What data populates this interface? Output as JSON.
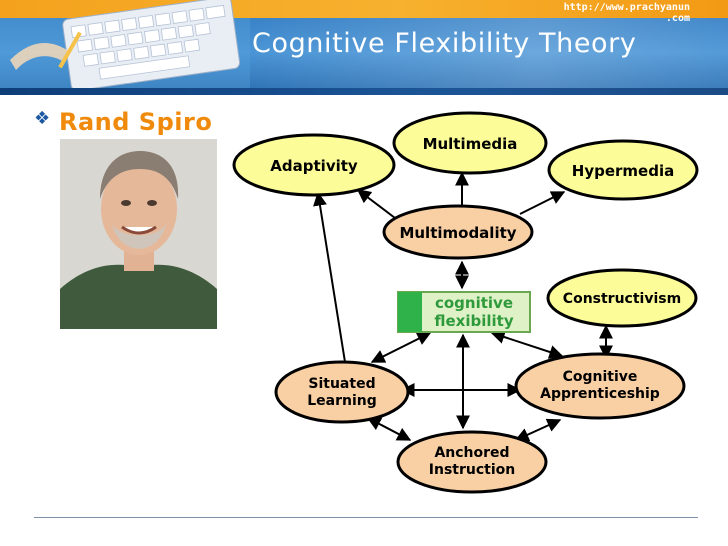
{
  "header": {
    "url": "http://www.prachyanun\n.com",
    "title": "Cognitive Flexibility Theory"
  },
  "bullet": {
    "label": "Rand Spiro"
  },
  "diagram": {
    "nodes": {
      "adaptivity": "Adaptivity",
      "multimedia": "Multimedia",
      "hypermedia": "Hypermedia",
      "multimodality": "Multimodality",
      "cognitive_flexibility_line1": "cognitive",
      "cognitive_flexibility_line2": "flexibility",
      "constructivism": "Constructivism",
      "situated_line1": "Situated",
      "situated_line2": "Learning",
      "apprenticeship_line1": "Cognitive",
      "apprenticeship_line2": "Apprenticeship",
      "anchored_line1": "Anchored",
      "anchored_line2": "Instruction"
    },
    "colors": {
      "yellow": "#fcfc98",
      "peach": "#f9cfa4",
      "green": "#2fb24a",
      "center_fill": "#dff2c7",
      "center_text": "#2f9a3c"
    }
  },
  "colors": {
    "banner_blue": "#3a85c9",
    "banner_orange": "#f4a21d",
    "bullet_text": "#f08a0c",
    "bullet_icon": "#1d59a2"
  }
}
